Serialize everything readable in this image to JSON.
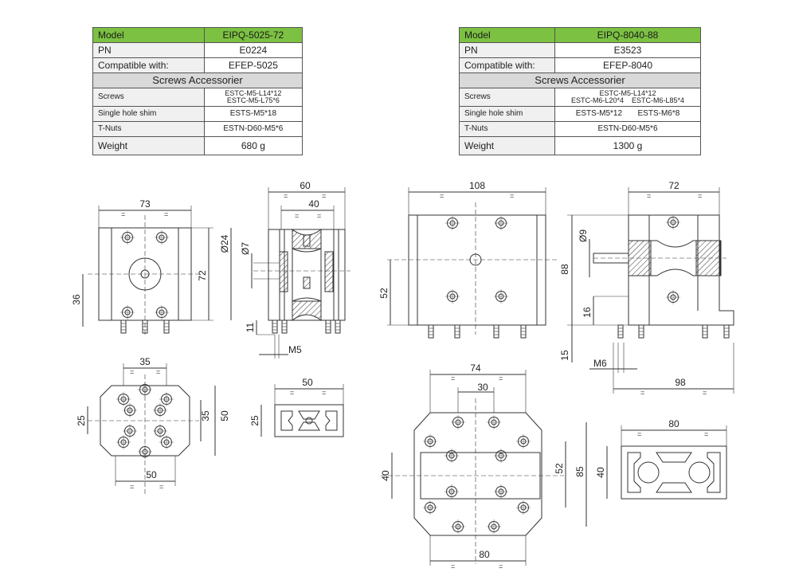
{
  "table_left": {
    "model_label": "Model",
    "model_value": "EIPQ-5025-72",
    "pn_label": "PN",
    "pn_value": "E0224",
    "compat_label": "Compatible with:",
    "compat_value": "EFEP-5025",
    "section": "Screws Accessorier",
    "screws_label": "Screws",
    "screws_value_1": "ESTC-M5-L14*12",
    "screws_value_2": "ESTC-M5-L75*6",
    "shim_label": "Single hole shim",
    "shim_value": "ESTS-M5*18",
    "tnuts_label": "T-Nuts",
    "tnuts_value": "ESTN-D60-M5*6",
    "weight_label": "Weight",
    "weight_value": "680 g"
  },
  "table_right": {
    "model_label": "Model",
    "model_value": "EIPQ-8040-88",
    "pn_label": "PN",
    "pn_value": "E3523",
    "compat_label": "Compatible with:",
    "compat_value": "EFEP-8040",
    "section": "Screws Accessorier",
    "screws_label": "Screws",
    "screws_value_1": "ESTC-M5-L14*12",
    "screws_value_2": "ESTC-M6-L20*4",
    "screws_value_3": "ESTC-M6-L85*4",
    "shim_label": "Single hole shim",
    "shim_value_1": "ESTS-M5*12",
    "shim_value_2": "ESTS-M6*8",
    "tnuts_label": "T-Nuts",
    "tnuts_value": "ESTN-D60-M5*6",
    "weight_label": "Weight",
    "weight_value": "1300 g"
  },
  "dims_small": {
    "front_width": "73",
    "front_height": "72",
    "front_center": "36",
    "side_width": "60",
    "side_inner": "40",
    "bore": "Ø24",
    "hole": "Ø7",
    "foot": "11",
    "thread": "M5",
    "bottom_pitch": "35",
    "bottom_width": "50",
    "bottom_height_a": "25",
    "bottom_height_b": "35",
    "bottom_height_c": "50",
    "profile_width": "50",
    "profile_height": "25"
  },
  "dims_large": {
    "front_width": "108",
    "front_center": "52",
    "side_width": "72",
    "side_height": "88",
    "hole": "Ø9",
    "foot_a": "16",
    "foot_b": "15",
    "thread": "M6",
    "side_length": "98",
    "bottom_width": "74",
    "bottom_pitch": "30",
    "bottom_height_a": "40",
    "bottom_height_b": "52",
    "bottom_height_c": "85",
    "bottom_pitch_b": "80",
    "profile_width": "80",
    "profile_height": "40"
  },
  "eq_mark": "="
}
